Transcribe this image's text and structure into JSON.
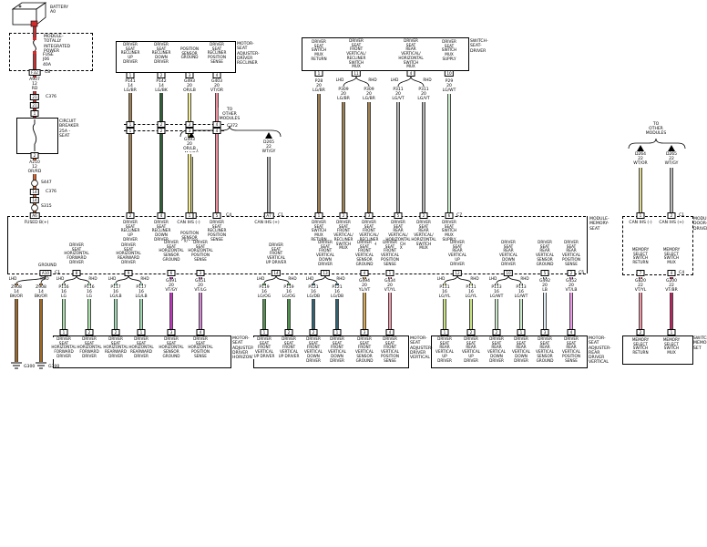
{
  "palette": {
    "RD": {
      "base": "#d22b2b"
    },
    "OR_RD": {
      "base": "#f59a23",
      "stripe": "#d22b2b"
    },
    "WT_OR": {
      "base": "#ded98f"
    },
    "WT_GY": {
      "base": "#b9b9b9"
    },
    "LG_BR": {
      "base": "#a08050"
    },
    "LG_BK": {
      "base": "#2e5e33"
    },
    "OR_LB": {
      "base": "#f0e456",
      "stripe": "#fbf7c8"
    },
    "VT_OR": {
      "base": "#f2919f"
    },
    "LG_VT": {
      "base": "#b5b5b5"
    },
    "LG_WT": {
      "base": "#a9dfa6",
      "stripe": "#f2fbf2"
    },
    "BK_OR": {
      "base": "#4a3521",
      "stripe": "#f59a23"
    },
    "LG": {
      "base": "#6fcf6f",
      "stripe": "#eaf9ea"
    },
    "LG_LB": {
      "base": "#6fcf6f",
      "stripe": "#cfe8fa"
    },
    "VT_GY": {
      "base": "#c434c4"
    },
    "VT_LG": {
      "base": "#d887d8"
    },
    "LG_OG": {
      "base": "#2f7d36",
      "stripe": "#6fae62"
    },
    "LG_DB": {
      "base": "#35716b",
      "stripe": "#2d527d"
    },
    "YL_VT": {
      "base": "#ddab4e"
    },
    "VT_YL": {
      "base": "#ef5570",
      "stripe": "#fbd3da"
    },
    "LG_YL": {
      "base": "#a9d044",
      "stripe": "#e9f6bb"
    },
    "LB": {
      "base": "#cfe2ee",
      "stripe": "#f4fafd"
    },
    "VT_LB": {
      "base": "#e96fe2",
      "stripe": "#f9c8f6"
    },
    "VT_BR": {
      "base": "#c21f5e"
    }
  },
  "power": {
    "battery": "BATTERY\nA0",
    "tipm": "MODULE-\nTOTALLY\nINTEGRATED\nPOWER",
    "fuse": "FUSE\nJ06\n40A",
    "f32": "F32",
    "c8": "C8",
    "a907": "A907\n12\nRD",
    "c21": "21",
    "c376": "C376",
    "p1": "1",
    "breaker": "CIRCUIT\nBREAKER\n25A -\nSEAT",
    "p2": "2",
    "a210": "A210\n12\nOR/RD",
    "s447": "S447",
    "c14": "14",
    "s315": "S315",
    "a6": "A6"
  },
  "can": {
    "to_other": "TO\nOTHER\nMODULES",
    "d264": "D264\n22\nWT/OR",
    "d265": "D265\n22\nWT/GY",
    "a5": "A5",
    "a7": "A7",
    "c1": "C1",
    "p1": "1",
    "p2": "2",
    "ihs_minus": "CAN IHS (-)",
    "ihs_plus": "CAN IHS (+)"
  },
  "recliner": {
    "box": "MOTOR-\nSEAT\nADJUSTER-\nDRIVER\nRECLINER",
    "c372": "C372",
    "c4": "C4",
    "g493_mid": "G493\n20\nOR/LB",
    "cols": [
      {
        "pin": "1",
        "mpin": "2",
        "func": "DRIVER\nSEAT\nRECLINER\nUP\nDRIVER",
        "wire": "P141\n14\nLG/BR"
      },
      {
        "pin": "2",
        "mpin": "4",
        "func": "DRIVER\nSEAT\nRECLINER\nDOWN\nDRIVER",
        "wire": "P142\n14\nLG/BK"
      },
      {
        "pin": "3",
        "mpin": "1",
        "func": "POSITION\nSENSOR\nGROUND",
        "wire": "G493\n20\nOR/LB"
      },
      {
        "pin": "4",
        "mpin": "5",
        "func": "DRIVER\nSEAT\nRECLINER\nPOSITION\nSENSE",
        "wire": "G403\n20\nVT/OR"
      }
    ]
  },
  "sw": {
    "box": "SWITCH-\nSEAT-\nDRIVER",
    "lhd": "LHD",
    "rhd": "RHD",
    "c7": "C7",
    "ret": {
      "pin": "1",
      "mpin": "1",
      "func": "DRIVER\nSEAT\nSWITCH\nMUX\nRETURN",
      "wire": "P28\n20\nLG/BR"
    },
    "front": {
      "pin": "11",
      "mpinL": "2",
      "mpinR": "3",
      "func": "DRIVER\nSEAT\nFRONT\nVERTICAL/\nRECLINER\nSWITCH\nMUX",
      "wire": "P309\n20\nLG/BR"
    },
    "rear": {
      "pin": "4",
      "mpinL": "5",
      "mpinR": "2",
      "func": "DRIVER\nSEAT\nREAR\nVERTICAL/\nHORIZONTAL\nSWITCH\nMUX",
      "wire": "P311\n20\nLG/VT"
    },
    "sup": {
      "pin": "10",
      "mpin": "6",
      "func": "DRIVER\nSEAT\nSWITCH\nMUX\nSUPPLY",
      "wire": "P29\n20\nLG/WT"
    }
  },
  "mem": {
    "label": "MODULE-\nMEMORY-\nSEAT",
    "fused": "FUSED B(+)",
    "ground": "GROUND",
    "a10": "A10",
    "c1": "C1",
    "c4": "C4",
    "c5": "C5",
    "h_fwd": {
      "pin": "8",
      "func": "DRIVER\nSEAT\nHORIZONTAL\nFORWARD\nDRIVER"
    },
    "h_rwd": {
      "pin": "9",
      "func": "DRIVER\nSEAT\nHORIZONTAL\nREARWARD\nDRIVER"
    },
    "h_gnd": {
      "pin": "6",
      "func": "DRIVER\nSEAT\nHORIZONTAL\nSENSOR\nGROUND"
    },
    "h_pos": {
      "pin": "3",
      "func": "DRIVER\nSEAT\nHORIZONTAL\nPOSITION\nSENSE"
    },
    "fv_up": {
      "pin": "14",
      "func": "DRIVER\nSEAT\nFRONT\nVERTICAL\nUP DRIVER"
    },
    "fv_dn": {
      "pin": "13",
      "func": "DRIVER\nSEAT\nFRONT\nVERTICAL\nDOWN\nDRIVER"
    },
    "fv_gnd": {
      "pin": "4",
      "func": "DRIVER\nSEAT\nFRONT\nVERTICAL\nSENSOR\nGROUND"
    },
    "fv_pos": {
      "pin": "1",
      "func": "DRIVER\nSEAT\nFRONT\nVERTICAL\nPOSITION\nSENSE"
    },
    "rv_up": {
      "pin": "12",
      "func": "DRIVER\nSEAT\nREAR\nVERTICAL\nUP\nDRIVER"
    },
    "rv_dn": {
      "pin": "10",
      "func": "DRIVER\nSEAT\nREAR\nVERTICAL\nDOWN\nDRIVER"
    },
    "rv_gnd": {
      "pin": "5",
      "func": "DRIVER\nSEAT\nREAR\nVERTICAL\nSENSOR\nGROUND"
    },
    "rv_pos": {
      "pin": "2",
      "func": "DRIVER\nSEAT\nREAR\nVERTICAL\nPOSITION\nSENSE"
    }
  },
  "gnd": {
    "z908": "Z908\n14\nBK/OR",
    "g300": "G300"
  },
  "hmotor": {
    "label": "MOTOR-\nSEAT\nADJUSTER-\nDRIVER\nHORIZONTAL",
    "p116": "P116\n16\nLG",
    "p117": "P117\n16\nLG/LB",
    "g491": "G491\n20\nVT/GY",
    "g451": "G451\n20\nVT/LG",
    "pins": [
      "1",
      "2",
      "2",
      "1",
      "3",
      "4"
    ]
  },
  "fvmotor": {
    "label": "MOTOR-\nSEAT\nADJUSTER-\nDRIVER\nVERTICAL",
    "p119": "P119\n16\nLG/OG",
    "p121": "P121\n16\nLG/DB",
    "g494": "G494\n20\nYL/VT",
    "g434": "G434\n20\nVT/YL",
    "pins": [
      "1",
      "2",
      "2",
      "1",
      "3",
      "4"
    ]
  },
  "rvmotor": {
    "label": "MOTOR-\nSEAT\nADJUSTER-\nREAR\nDRIVER\nVERTICAL",
    "p111": "P111\n16\nLG/YL",
    "p113": "P113\n16\nLG/WT",
    "g492": "G492\n20\nLB",
    "g452": "G452\n20\nVT/LB",
    "pins": [
      "1",
      "2",
      "2",
      "1",
      "3",
      "4"
    ]
  },
  "door": {
    "label": "MODULE-\nDOOR-\nDRIVER",
    "p7": "7",
    "p4": "4",
    "c1": "C1",
    "c4": "C4",
    "ret": {
      "spin": "2",
      "func": "MEMORY\nSELECT\nSWITCH\nRETURN",
      "wire": "G820\n22\nVT/YL"
    },
    "mux": {
      "spin": "1",
      "func": "MEMORY\nSELECT\nSWITCH\nMUX",
      "wire": "G200\n22\nVT/BR"
    }
  },
  "memsw": {
    "label": "SWITCH-\nMEMORY\nSET"
  }
}
